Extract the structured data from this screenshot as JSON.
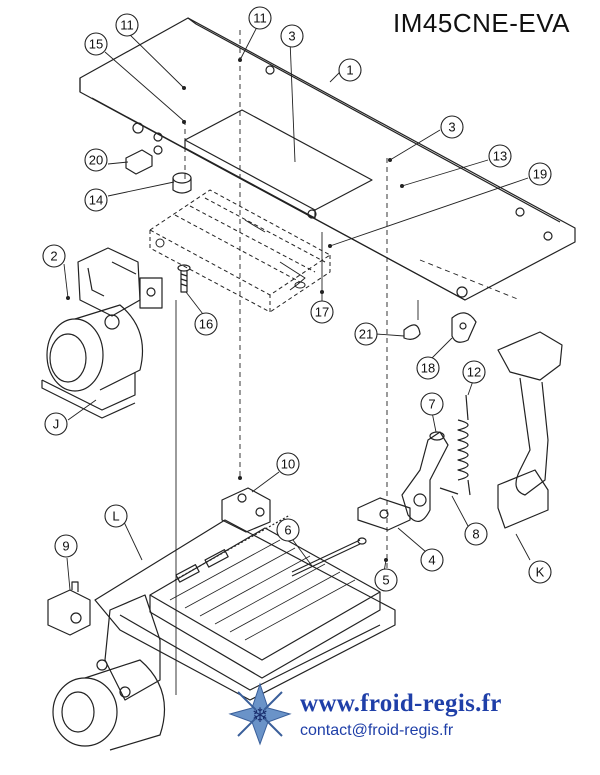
{
  "model_title": "IM45CNE-EVA",
  "callouts": [
    {
      "label": "11"
    },
    {
      "label": "11"
    },
    {
      "label": "15"
    },
    {
      "label": "3"
    },
    {
      "label": "1"
    },
    {
      "label": "3"
    },
    {
      "label": "13"
    },
    {
      "label": "19"
    },
    {
      "label": "20"
    },
    {
      "label": "14"
    },
    {
      "label": "2"
    },
    {
      "label": "16"
    },
    {
      "label": "17"
    },
    {
      "label": "21"
    },
    {
      "label": "18"
    },
    {
      "label": "12"
    },
    {
      "label": "J"
    },
    {
      "label": "7"
    },
    {
      "label": "10"
    },
    {
      "label": "L"
    },
    {
      "label": "6"
    },
    {
      "label": "8"
    },
    {
      "label": "9"
    },
    {
      "label": "4"
    },
    {
      "label": "K"
    },
    {
      "label": "5"
    }
  ],
  "footer": {
    "website": "www.froid-regis.fr",
    "email": "contact@froid-regis.fr"
  },
  "logo_icon": "snowflake-logo-icon"
}
